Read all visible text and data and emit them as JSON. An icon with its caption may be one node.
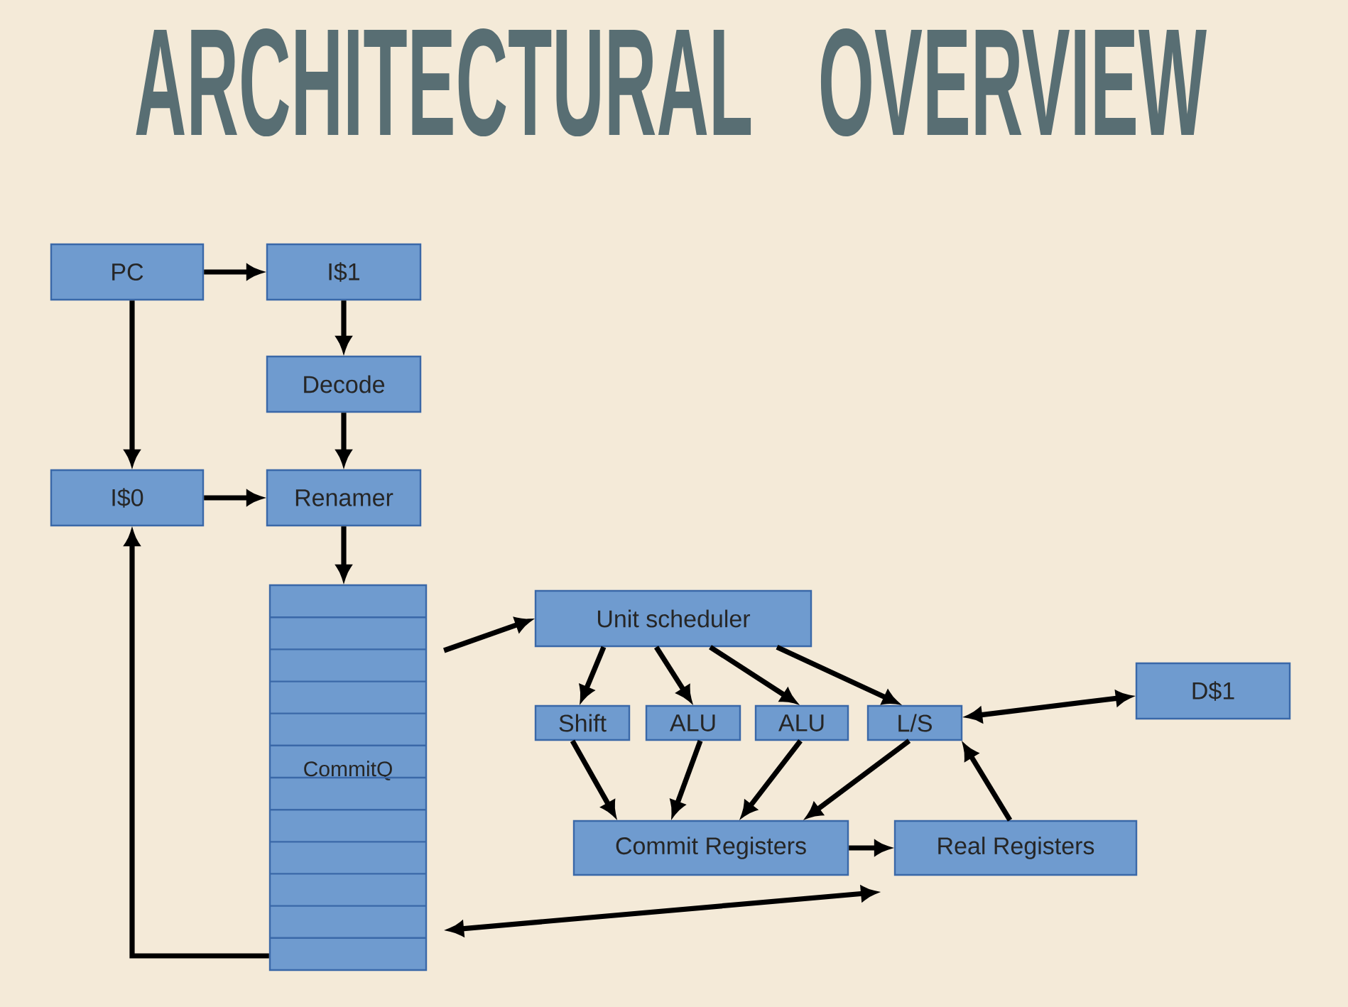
{
  "diagram": {
    "title": "ARCHITECTURAL OVERVIEW",
    "nodes": [
      {
        "text": [
          "PC"
        ]
      },
      {
        "text": [
          "I$1"
        ]
      },
      {
        "text": [
          "Decode"
        ]
      },
      {
        "text": [
          "I$0"
        ]
      },
      {
        "text": [
          "Renamer"
        ]
      },
      {
        "text": [
          "CommitQ"
        ]
      },
      {
        "text": [
          "Unit scheduler"
        ]
      },
      {
        "text": [
          "Shift"
        ]
      },
      {
        "text": [
          "ALU"
        ]
      },
      {
        "text": [
          "ALU"
        ]
      },
      {
        "text": [
          "L/S"
        ]
      },
      {
        "text": [
          "D$1"
        ]
      },
      {
        "text": [
          "Commit Registers"
        ]
      },
      {
        "text": [
          "Real Registers"
        ]
      }
    ],
    "edges": [
      {
        "from": 0,
        "to": 1,
        "arrow": "to"
      },
      {
        "from": 0,
        "to": 3,
        "arrow": "to"
      },
      {
        "from": 1,
        "to": 2,
        "arrow": "to"
      },
      {
        "from": 2,
        "to": 4,
        "arrow": "to"
      },
      {
        "from": 3,
        "to": 4,
        "arrow": "to"
      },
      {
        "from": 4,
        "to": 5,
        "arrow": "to"
      },
      {
        "from": 5,
        "to": 6,
        "arrow": "to"
      },
      {
        "from": 6,
        "to": 7,
        "arrow": "to"
      },
      {
        "from": 6,
        "to": 8,
        "arrow": "to"
      },
      {
        "from": 6,
        "to": 9,
        "arrow": "to"
      },
      {
        "from": 6,
        "to": 10,
        "arrow": "to"
      },
      {
        "from": 10,
        "to": 11,
        "arrow": "both"
      },
      {
        "from": 7,
        "to": 12,
        "arrow": "to"
      },
      {
        "from": 8,
        "to": 12,
        "arrow": "to"
      },
      {
        "from": 9,
        "to": 12,
        "arrow": "to"
      },
      {
        "from": 10,
        "to": 12,
        "arrow": "to"
      },
      {
        "from": 12,
        "to": 13,
        "arrow": "to"
      },
      {
        "from": 13,
        "to": 10,
        "arrow": "to"
      },
      {
        "from": 5,
        "to": 3,
        "arrow": "to"
      },
      {
        "from": 5,
        "to": null,
        "arrow": "both"
      }
    ]
  }
}
